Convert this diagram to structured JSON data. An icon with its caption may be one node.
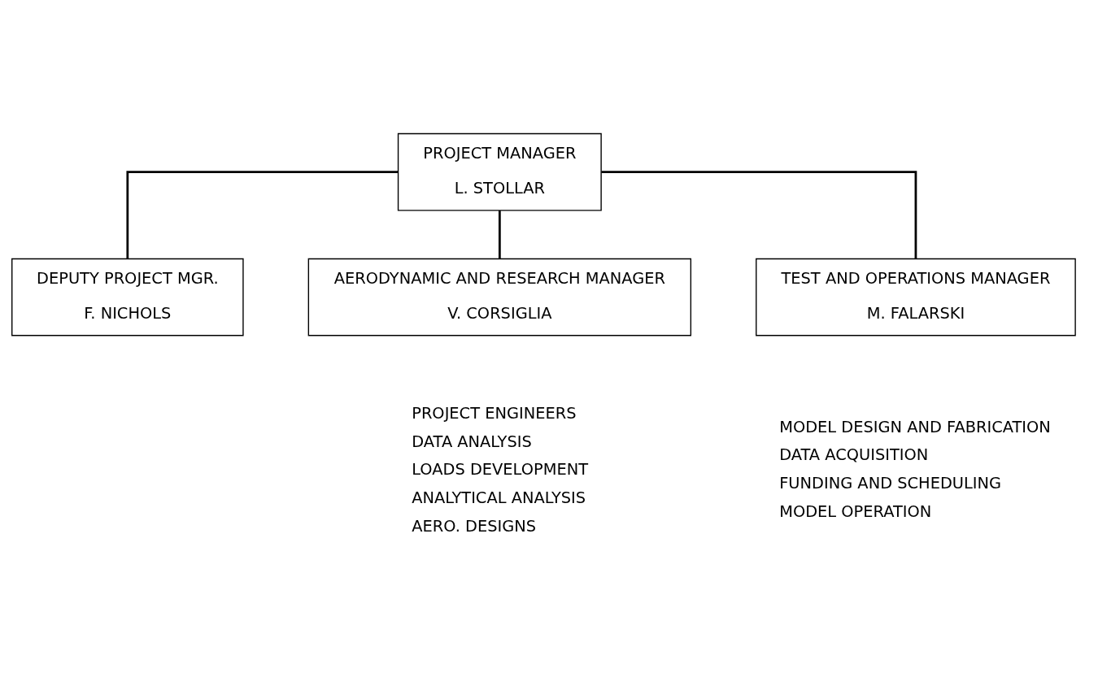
{
  "diagram": {
    "nodes": [
      {
        "text": [
          "PROJECT MANAGER",
          "L. STOLLAR"
        ]
      },
      {
        "text": [
          "DEPUTY PROJECT MGR.",
          "F. NICHOLS"
        ]
      },
      {
        "text": [
          "AERODYNAMIC AND RESEARCH MANAGER",
          "V. CORSIGLIA"
        ],
        "beside": [
          "PROJECT ENGINEERS",
          "DATA ANALYSIS",
          "LOADS DEVELOPMENT",
          "ANALYTICAL ANALYSIS",
          "AERO. DESIGNS"
        ]
      },
      {
        "text": [
          "TEST AND OPERATIONS MANAGER",
          "M. FALARSKI"
        ],
        "beside": [
          "MODEL DESIGN AND FABRICATION",
          "DATA ACQUISITION",
          "FUNDING AND SCHEDULING",
          "MODEL OPERATION"
        ]
      }
    ],
    "edges": [
      {
        "from": 0,
        "to": 1,
        "arrow": "none"
      },
      {
        "from": 0,
        "to": 2,
        "arrow": "none"
      },
      {
        "from": 0,
        "to": 3,
        "arrow": "none"
      }
    ]
  }
}
